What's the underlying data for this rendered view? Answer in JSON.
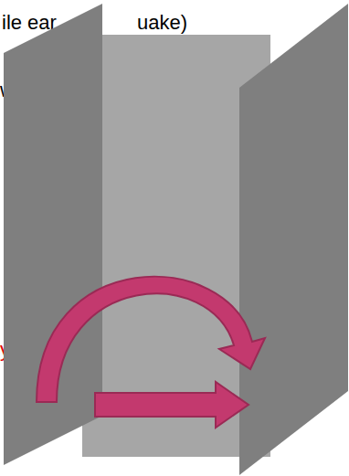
{
  "diagram": {
    "labels": [
      "ile ear",
      "uake)",
      "w",
      "y"
    ]
  }
}
